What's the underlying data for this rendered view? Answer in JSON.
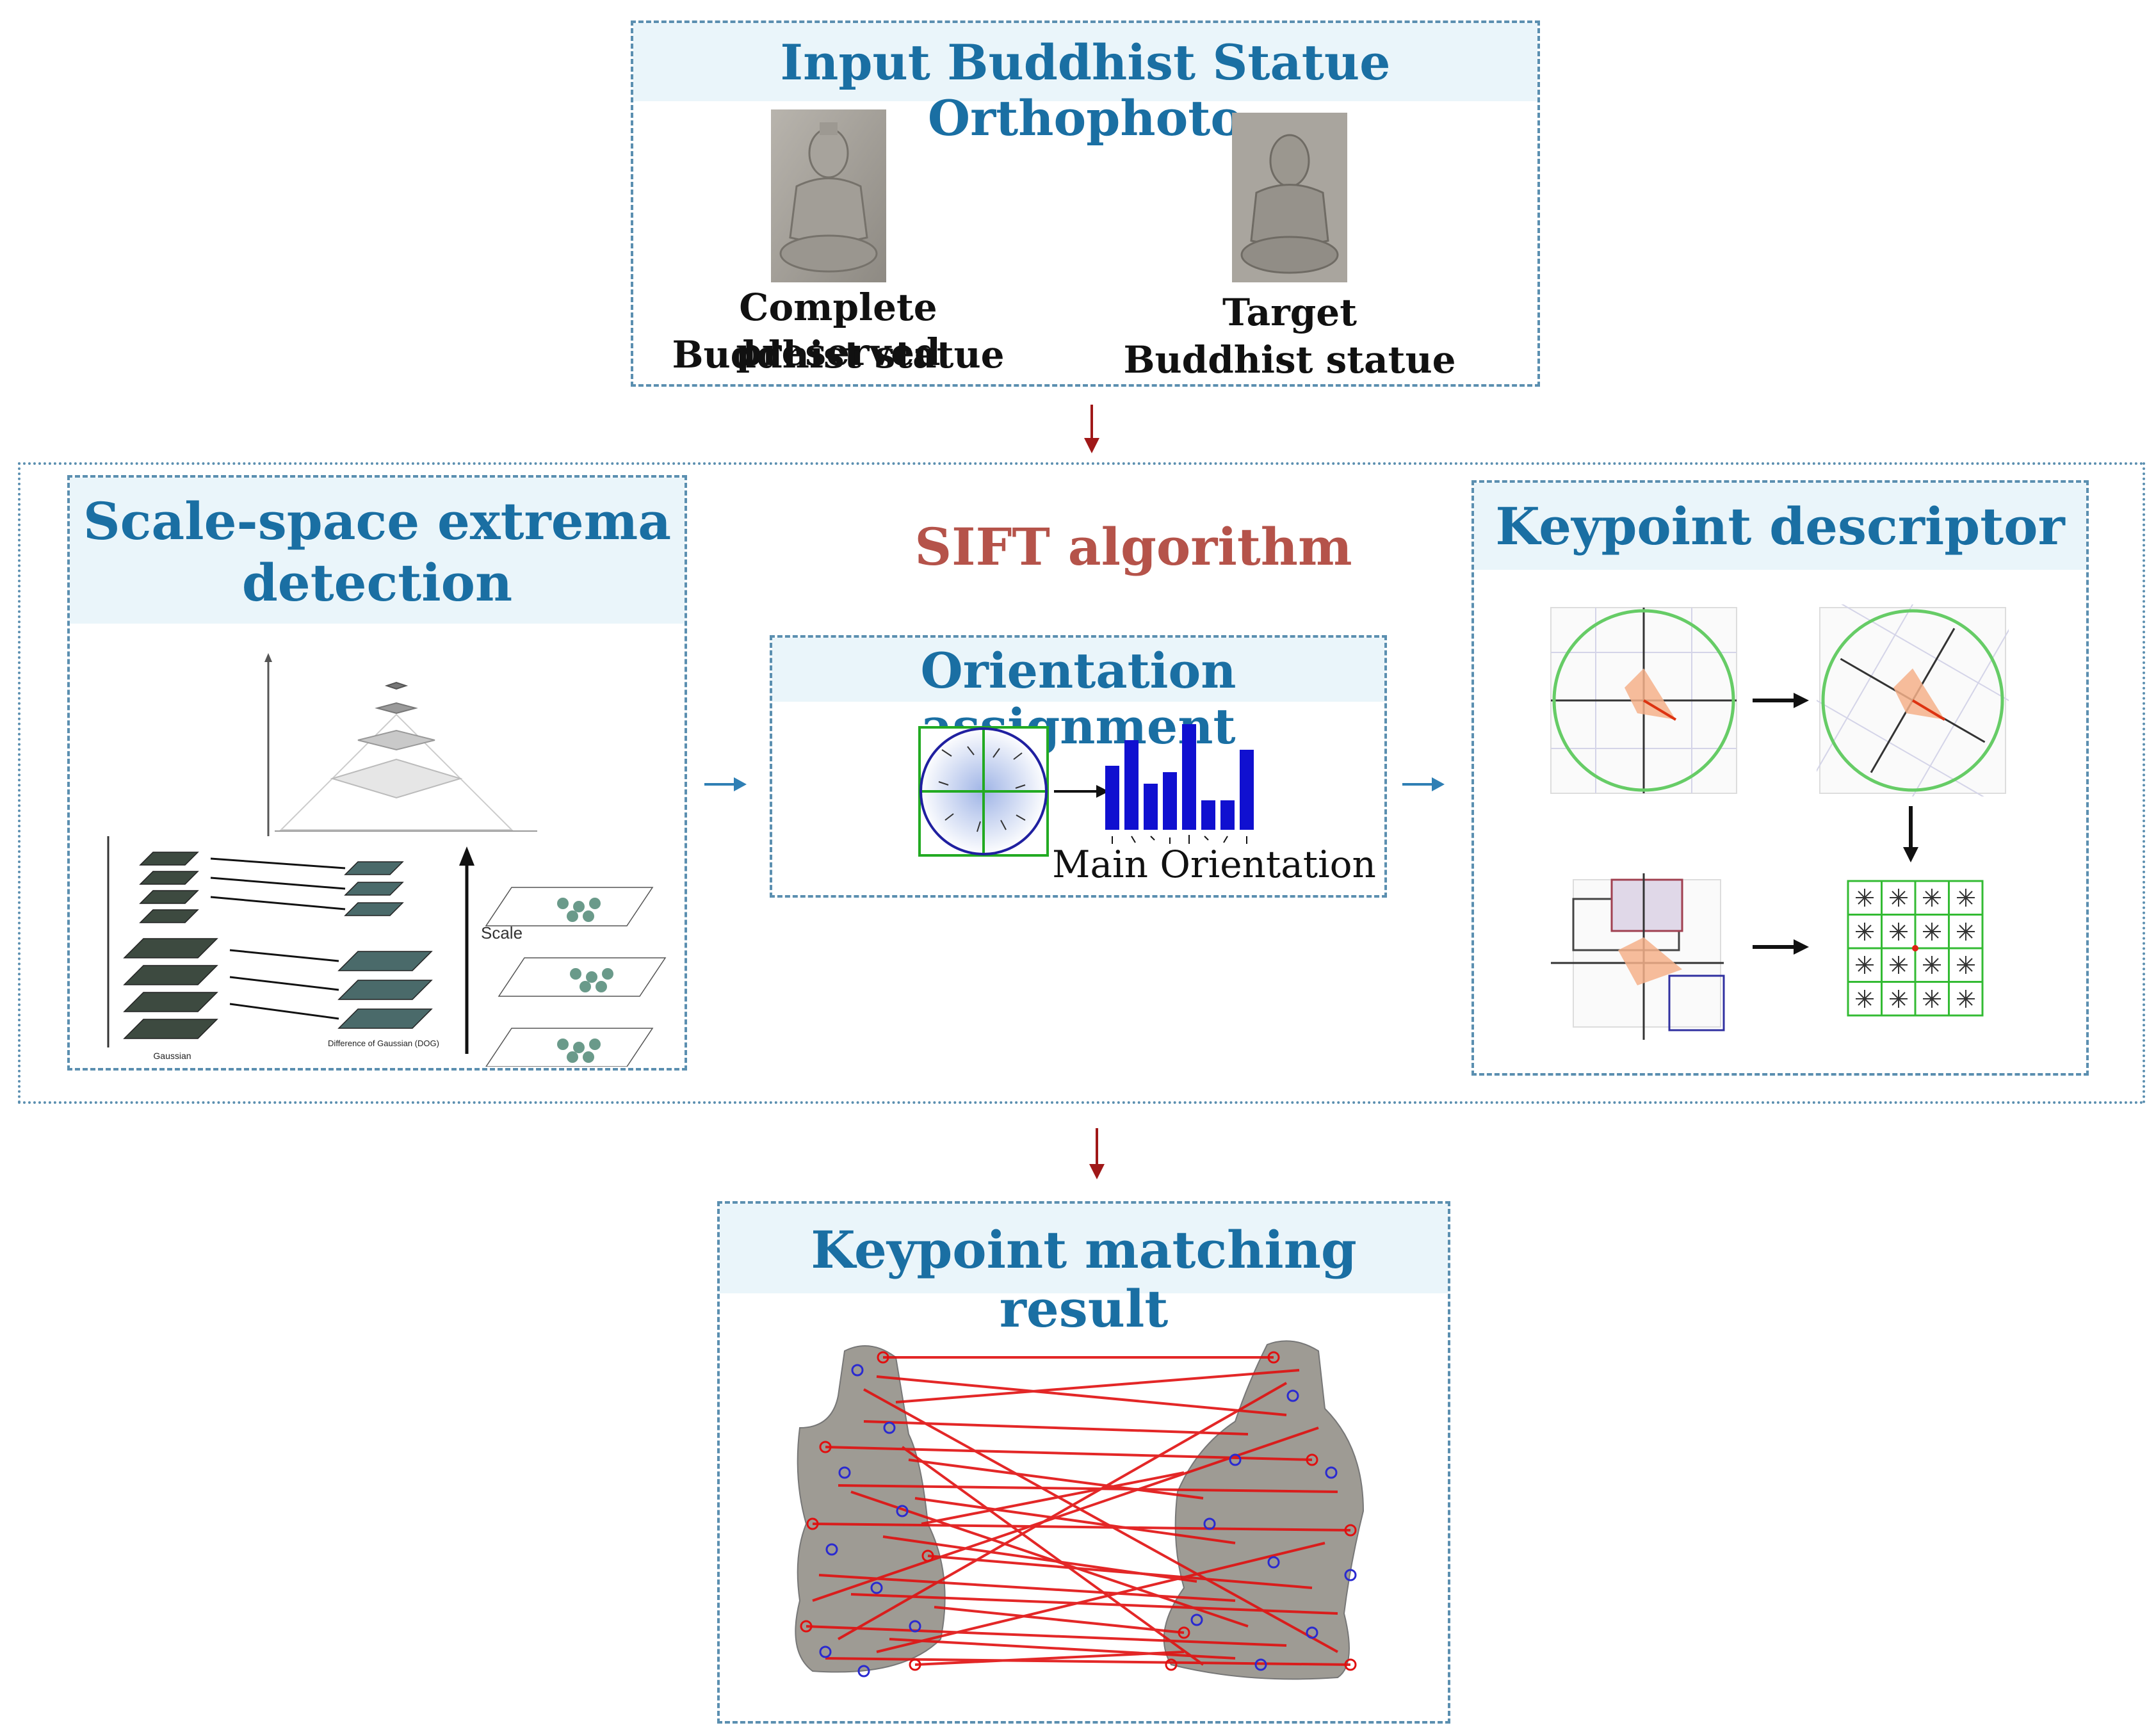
{
  "input": {
    "title": "Input Buddhist Statue Orthophoto",
    "complete_label_1": "Complete preserved",
    "complete_label_2": "Buddhist statue",
    "target_label_1": "Target",
    "target_label_2": "Buddhist statue"
  },
  "sift": {
    "title": "SIFT algorithm",
    "scale_space": {
      "title_1": "Scale-space extrema",
      "title_2": "detection",
      "scale_label": "Scale",
      "gaussian_label": "Gaussian",
      "dog_label": "Difference of Gaussian (DOG)"
    },
    "orientation": {
      "title": "Orientation assignment",
      "main_label": "Main Orientation"
    },
    "descriptor": {
      "title": "Keypoint descriptor"
    }
  },
  "matching": {
    "title": "Keypoint matching result"
  },
  "colors": {
    "title_blue": "#1a6fa3",
    "sift_red": "#b5534a",
    "arrow_red": "#a01818",
    "arrow_blue": "#2f7fb4",
    "match_line": "#e01010",
    "keypoint_blue": "#2a2ad0",
    "histogram": "#1010d0"
  }
}
